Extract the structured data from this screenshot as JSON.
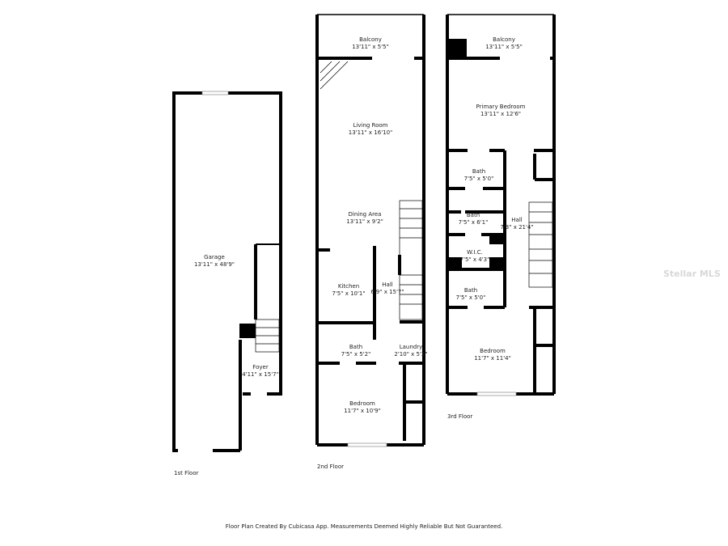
{
  "floors": [
    {
      "label": "1st Floor",
      "rooms": [
        {
          "name": "Garage",
          "size": "13'11\" x 48'9\""
        },
        {
          "name": "Foyer",
          "size": "4'11\" x 15'7\""
        }
      ]
    },
    {
      "label": "2nd Floor",
      "rooms": [
        {
          "name": "Balcony",
          "size": "13'11\" x 5'5\""
        },
        {
          "name": "Living Room",
          "size": "13'11\" x 16'10\""
        },
        {
          "name": "Dining Area",
          "size": "13'11\" x 9'2\""
        },
        {
          "name": "Kitchen",
          "size": "7'5\" x 10'1\""
        },
        {
          "name": "Hall",
          "size": "6'9\" x 15'7\""
        },
        {
          "name": "Bath",
          "size": "7'5\" x 5'2\""
        },
        {
          "name": "Laundry",
          "size": "2'10\" x 5'2\""
        },
        {
          "name": "Bedroom",
          "size": "11'7\" x 10'9\""
        }
      ]
    },
    {
      "label": "3rd Floor",
      "rooms": [
        {
          "name": "Balcony",
          "size": "13'11\" x 5'5\""
        },
        {
          "name": "Primary Bedroom",
          "size": "13'11\" x 12'6\""
        },
        {
          "name": "Bath",
          "size": "7'5\" x 5'0\""
        },
        {
          "name": "Bath",
          "size": "7'5\" x 6'1\""
        },
        {
          "name": "Hall",
          "size": "7'3\" x 21'4\""
        },
        {
          "name": "W.I.C.",
          "size": "7'5\" x 4'3\""
        },
        {
          "name": "Bath",
          "size": "7'5\" x 5'0\""
        },
        {
          "name": "Bedroom",
          "size": "11'7\" x 11'4\""
        }
      ]
    }
  ],
  "footer": "Floor Plan Created By Cubicasa App. Measurements Deemed Highly Reliable But Not Guaranteed.",
  "watermark": "Stellar MLS",
  "colors": {
    "wall": "#000000",
    "background": "#ffffff"
  }
}
